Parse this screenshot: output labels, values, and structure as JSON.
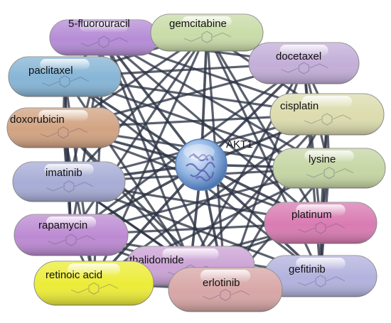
{
  "hub": {
    "label": "AKT1",
    "color": "#7fa6d8"
  },
  "nodes": [
    {
      "label": "5-fluorouracil",
      "color": "#b58cd6"
    },
    {
      "label": "gemcitabine",
      "color": "#c9dca8"
    },
    {
      "label": "docetaxel",
      "color": "#c3aed8"
    },
    {
      "label": "paclitaxel",
      "color": "#86b5d6"
    },
    {
      "label": "cisplatin",
      "color": "#dcdcae"
    },
    {
      "label": "doxorubicin",
      "color": "#d2a382"
    },
    {
      "label": "lysine",
      "color": "#c6d6a4"
    },
    {
      "label": "imatinib",
      "color": "#a7acd6"
    },
    {
      "label": "platinum",
      "color": "#d97bb2"
    },
    {
      "label": "rapamycin",
      "color": "#bc8ad2"
    },
    {
      "label": "gefitinib",
      "color": "#b3b2de"
    },
    {
      "label": "thalidomide",
      "color": "#cba3d6"
    },
    {
      "label": "retinoic acid",
      "color": "#ecec38"
    },
    {
      "label": "erlotinib",
      "color": "#d8a6a6"
    }
  ],
  "edge_color": "#2e3445"
}
